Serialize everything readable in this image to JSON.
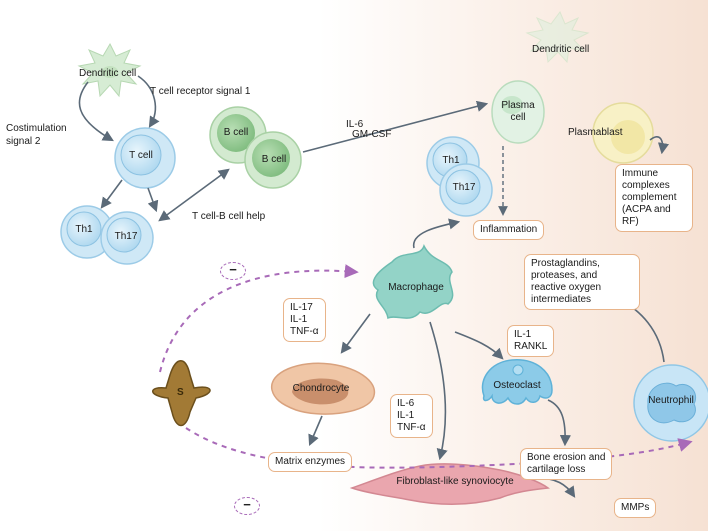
{
  "labels": {
    "dendritic_cell_left": "Dendritic cell",
    "dendritic_cell_right": "Dendritic cell",
    "tcr_signal": "T cell receptor signal 1",
    "costim_line1": "Costimulation",
    "costim_line2": "signal 2",
    "t_cell": "T cell",
    "th1_left": "Th1",
    "th17_left": "Th17",
    "b_cell_1": "B cell",
    "b_cell_2": "B cell",
    "tb_help": "T cell-B cell help",
    "il6": "IL-6",
    "gmcsf": "GM-CSF",
    "plasma_line1": "Plasma",
    "plasma_line2": "cell",
    "plasmablast": "Plasmablast",
    "th1_mid": "Th1",
    "th17_mid": "Th17",
    "macrophage": "Macrophage",
    "chondrocyte": "Chondrocyte",
    "osteoclast": "Osteoclast",
    "neutrophil": "Neutrophil",
    "fibroblast": "Fibroblast-like synoviocyte",
    "stimulus": "S",
    "minus_top": "−",
    "minus_bottom": "−"
  },
  "boxes": {
    "inflammation": "Inflammation",
    "immune_complexes": [
      "Immune",
      "complexes",
      "complement",
      "(ACPA and",
      "RF)"
    ],
    "prostaglandins": [
      "Prostaglandins,",
      "proteases, and",
      "reactive oxygen",
      "intermediates"
    ],
    "cytokines_left": [
      "IL-17",
      "IL-1",
      "TNF-α"
    ],
    "il1_rankl": [
      "IL-1",
      "RANKL"
    ],
    "cytokines_center": [
      "IL-6",
      "IL-1",
      "TNF-α"
    ],
    "matrix_enzymes": "Matrix enzymes",
    "bone_erosion": [
      "Bone erosion and",
      "cartilage loss"
    ],
    "mmps": "MMPs"
  },
  "colors": {
    "arrow": "#5b6a78",
    "inhibit_dashed": "#a86ab8",
    "box_border": "#e8b48a",
    "t_cell": "#bfe0f2",
    "b_cell": "#8cc78c",
    "plasma_cell": "#d8eedd",
    "plasmablast": "#f7f0c0",
    "macrophage": "#8fd0c4",
    "chondrocyte": "#e8b08c",
    "osteoclast": "#7dc4e4",
    "neutrophil": "#9fd2ef",
    "fibroblast": "#e8a0a8",
    "dendritic": "#d2ead2"
  }
}
